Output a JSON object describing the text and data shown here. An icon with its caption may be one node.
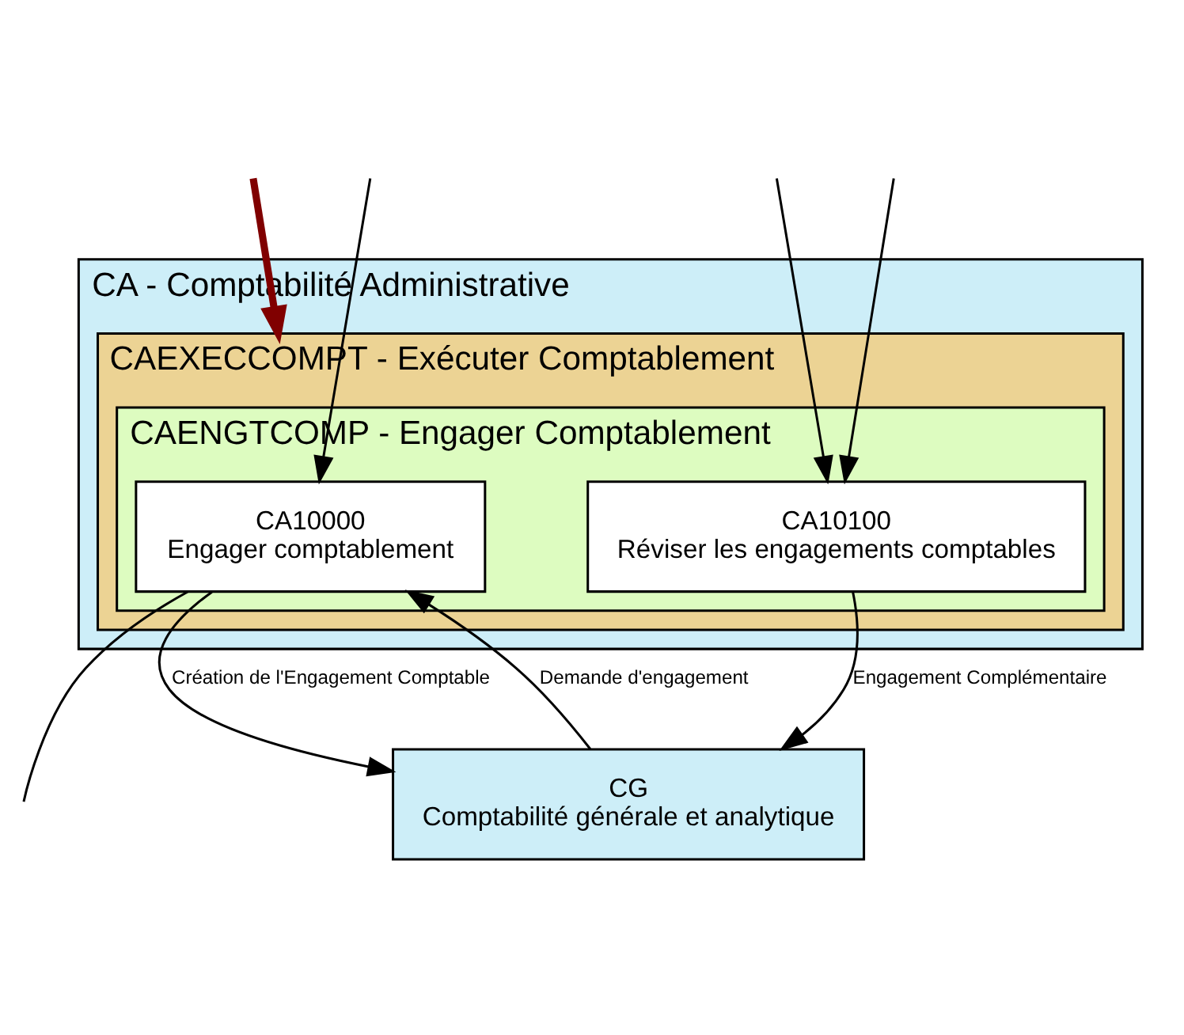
{
  "diagram": {
    "nodes": [
      {
        "text": [
          "CA - Comptabilité Administrative"
        ]
      },
      {
        "text": [
          "CAEXECCOMPT - Exécuter Comptablement"
        ],
        "in": 0
      },
      {
        "text": [
          "CAENGTCOMP - Engager Comptablement"
        ],
        "in": 1
      },
      {
        "text": [
          "CA10000",
          "Engager comptablement"
        ],
        "in": 2
      },
      {
        "text": [
          "CA10100",
          "Réviser les engagements comptables"
        ],
        "in": 2
      },
      {
        "text": [
          "CG",
          "Comptabilité générale et analytique"
        ]
      }
    ],
    "edges": [
      {
        "from": null,
        "to": 1,
        "arrow": "to",
        "style": "thick",
        "color": "#800000"
      },
      {
        "from": null,
        "to": 3,
        "arrow": "to"
      },
      {
        "from": 3,
        "to": null,
        "arrow": "none"
      },
      {
        "from": 5,
        "to": 3,
        "arrow": "to",
        "label": "Demande d'engagement"
      },
      {
        "from": 3,
        "to": 5,
        "arrow": "to",
        "label": "Création de l'Engagement Comptable"
      },
      {
        "from": 4,
        "to": 5,
        "arrow": "to",
        "label": "Engagement Complémentaire"
      },
      {
        "from": null,
        "to": 4,
        "arrow": "to"
      },
      {
        "from": null,
        "to": 4,
        "arrow": "to"
      }
    ]
  }
}
